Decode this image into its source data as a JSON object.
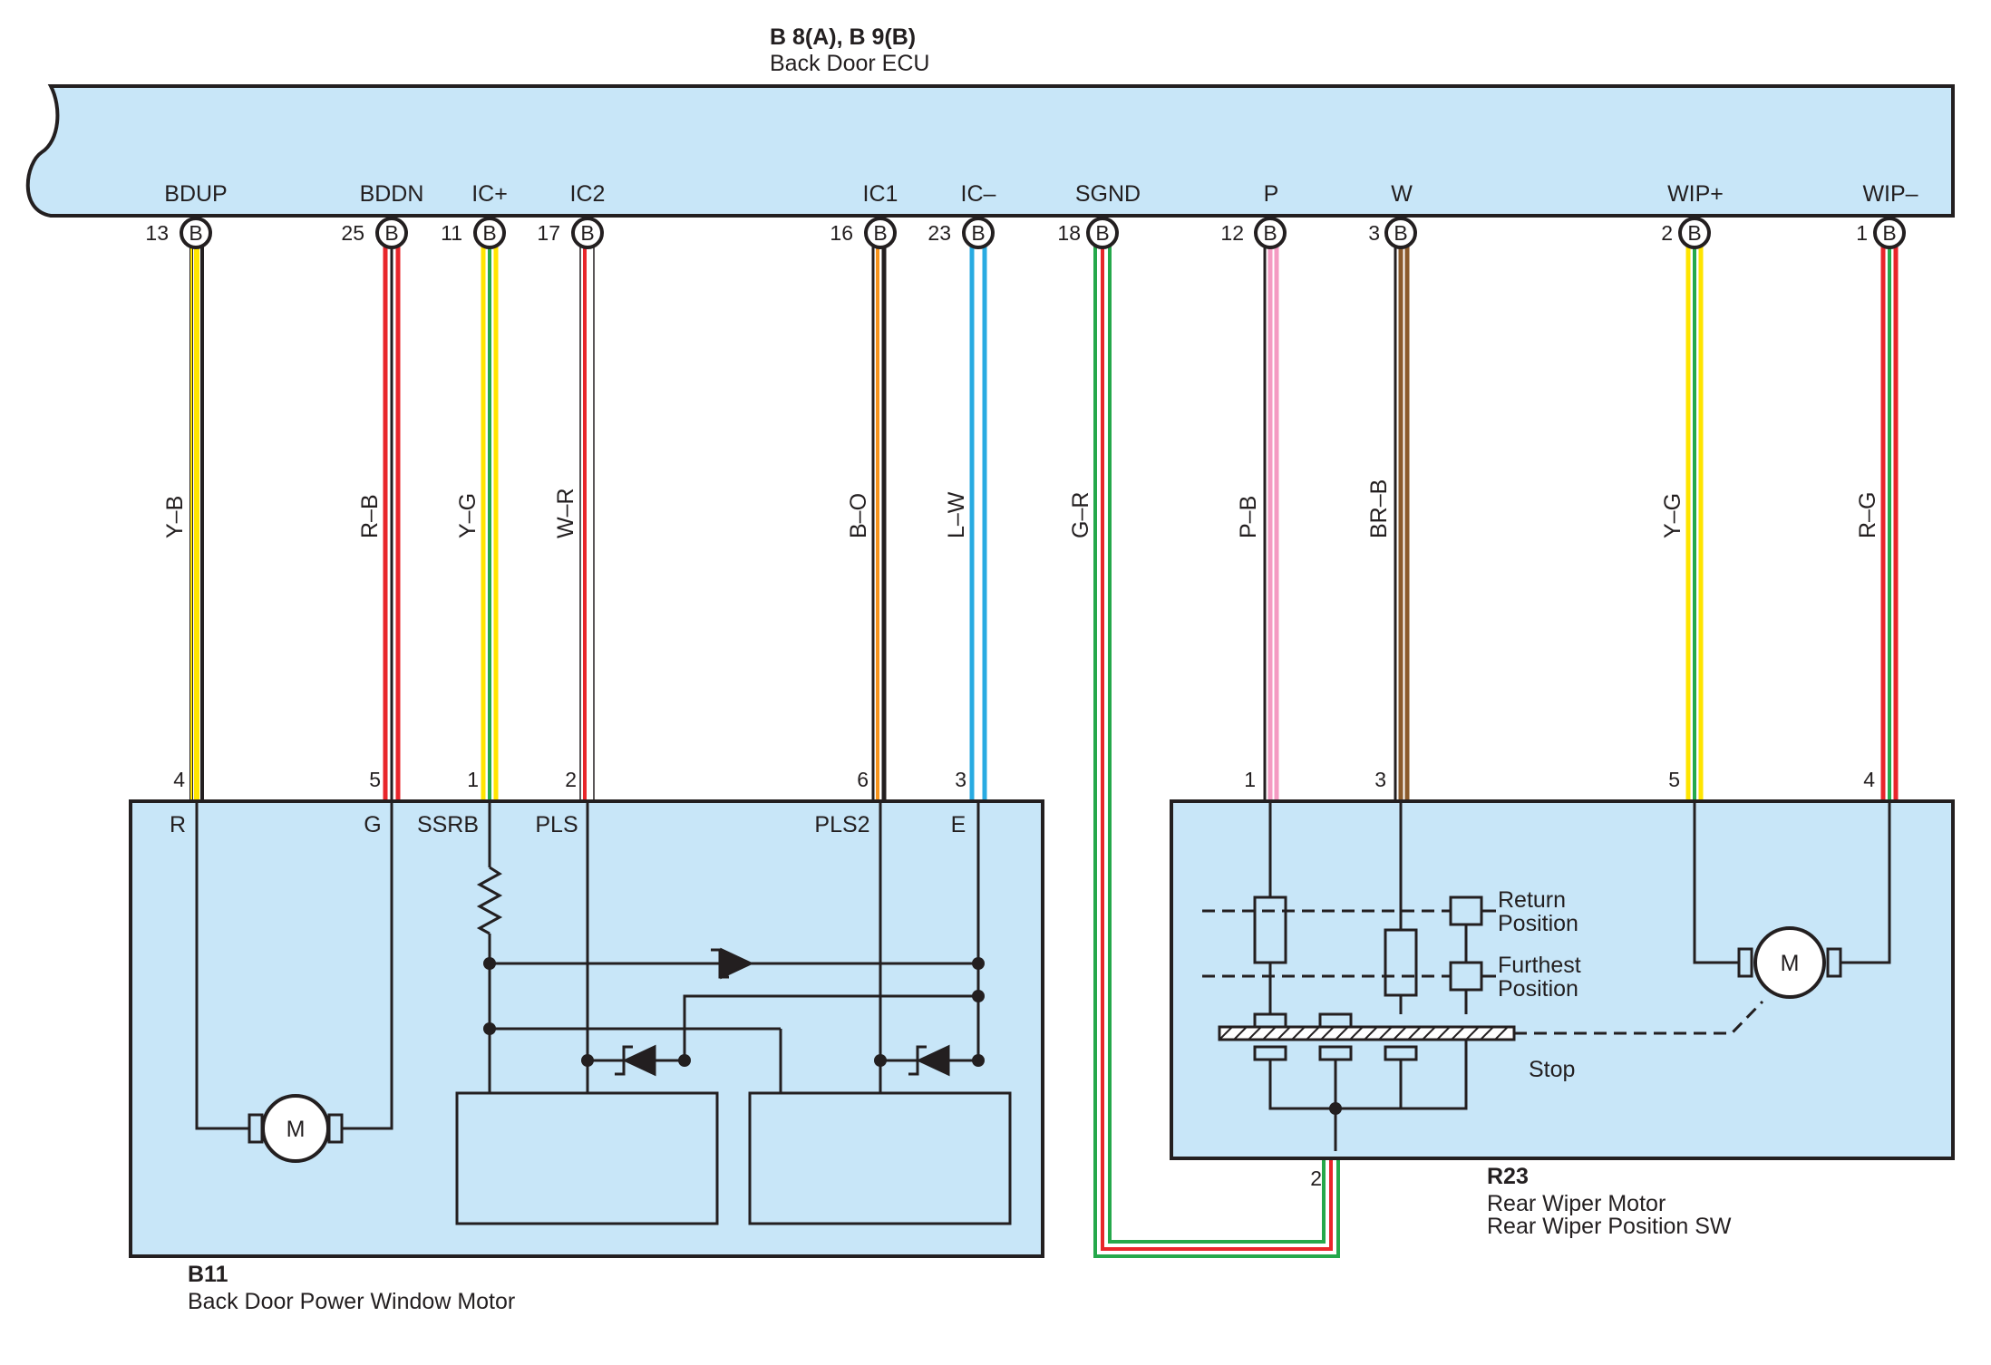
{
  "ecu": {
    "connector": "B 8(A), B 9(B)",
    "name": "Back Door ECU",
    "body_color": "#c8e6f8",
    "terminals": [
      {
        "label": "BDUP",
        "pin": "13",
        "connector": "B",
        "wire_code": "Y–B",
        "colors": [
          "#ffe500",
          "#231f20"
        ]
      },
      {
        "label": "BDDN",
        "pin": "25",
        "connector": "B",
        "wire_code": "R–B",
        "colors": [
          "#e8262b",
          "#231f20"
        ]
      },
      {
        "label": "IC+",
        "pin": "11",
        "connector": "B",
        "wire_code": "Y–G",
        "colors": [
          "#ffe500",
          "#25a84b"
        ]
      },
      {
        "label": "IC2",
        "pin": "17",
        "connector": "B",
        "wire_code": "W–R",
        "colors": [
          "#ffffff",
          "#e8262b"
        ]
      },
      {
        "label": "IC1",
        "pin": "16",
        "connector": "B",
        "wire_code": "B–O",
        "colors": [
          "#231f20",
          "#f7941d"
        ]
      },
      {
        "label": "IC–",
        "pin": "23",
        "connector": "B",
        "wire_code": "L–W",
        "colors": [
          "#29abe2",
          "#ffffff"
        ]
      },
      {
        "label": "SGND",
        "pin": "18",
        "connector": "B",
        "wire_code": "G–R",
        "colors": [
          "#25a84b",
          "#e8262b"
        ]
      },
      {
        "label": "P",
        "pin": "12",
        "connector": "B",
        "wire_code": "P–B",
        "colors": [
          "#f49ac2",
          "#231f20"
        ]
      },
      {
        "label": "W",
        "pin": "3",
        "connector": "B",
        "wire_code": "BR–B",
        "colors": [
          "#8b5a2b",
          "#231f20"
        ]
      },
      {
        "label": "WIP+",
        "pin": "2",
        "connector": "B",
        "wire_code": "Y–G",
        "colors": [
          "#ffe500",
          "#25a84b"
        ]
      },
      {
        "label": "WIP–",
        "pin": "1",
        "connector": "B",
        "wire_code": "R–G",
        "colors": [
          "#e8262b",
          "#25a84b"
        ]
      }
    ]
  },
  "window_motor": {
    "code": "B11",
    "name": "Back Door Power Window Motor",
    "pins": [
      "4",
      "5",
      "1",
      "2",
      "6",
      "3"
    ],
    "terminals": [
      "R",
      "G",
      "SSRB",
      "PLS",
      "PLS2",
      "E"
    ],
    "motor_symbol": "M"
  },
  "wiper_motor": {
    "code": "R23",
    "name_line1": "Rear Wiper Motor",
    "name_line2": "Rear Wiper Position SW",
    "pins": [
      "1",
      "3",
      "5",
      "4"
    ],
    "ground_pin": "2",
    "motor_symbol": "M",
    "labels": {
      "return_1": "Return",
      "return_2": "Position",
      "furthest_1": "Furthest",
      "furthest_2": "Position",
      "stop": "Stop"
    }
  }
}
